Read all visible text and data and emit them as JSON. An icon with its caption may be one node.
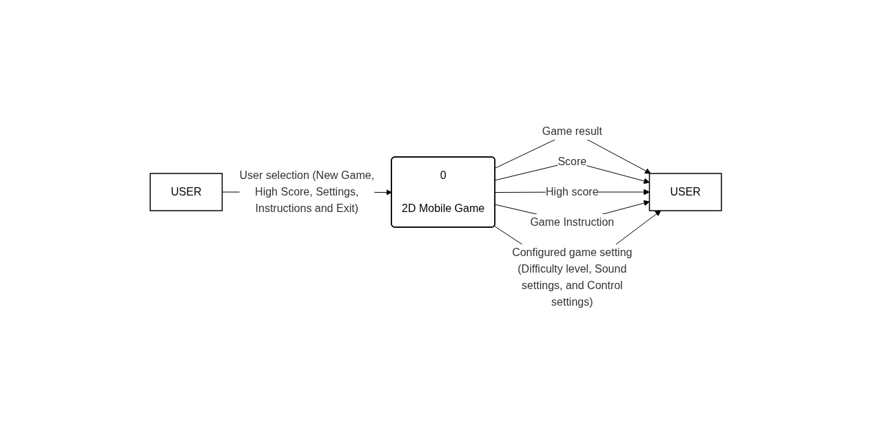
{
  "diagram": {
    "nodes": [
      {
        "text": [
          "USER"
        ]
      },
      {
        "text": [
          "USER"
        ]
      },
      {
        "text": [
          "0",
          "2D Mobile Game"
        ]
      }
    ],
    "edges": [
      {
        "from": 0,
        "to": 2,
        "arrow": "to",
        "label": "User selection (New Game, High Score, Settings, Instructions and Exit)"
      },
      {
        "from": 2,
        "to": 1,
        "arrow": "to",
        "label": "Game result"
      },
      {
        "from": 2,
        "to": 1,
        "arrow": "to",
        "label": "Score"
      },
      {
        "from": 2,
        "to": 1,
        "arrow": "to",
        "label": "High score"
      },
      {
        "from": 2,
        "to": 1,
        "arrow": "to",
        "label": "Game Instruction"
      },
      {
        "from": 2,
        "to": 1,
        "arrow": "to",
        "label": "Configured game setting (Difficulty level, Sound settings, and Control settings)"
      }
    ]
  }
}
